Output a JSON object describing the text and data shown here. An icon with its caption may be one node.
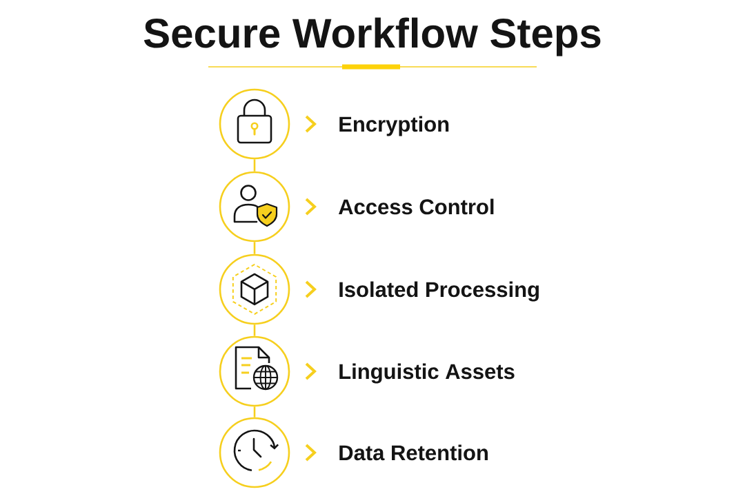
{
  "diagram": {
    "title": "Secure Workflow Steps",
    "nodes": [
      {
        "text": [
          "Encryption"
        ]
      },
      {
        "text": [
          "Access Control"
        ]
      },
      {
        "text": [
          "Isolated Processing"
        ]
      },
      {
        "text": [
          "Linguistic Assets"
        ]
      },
      {
        "text": [
          "Data Retention"
        ]
      }
    ],
    "edges": [
      {
        "from": 0,
        "to": 1,
        "arrow": "none"
      },
      {
        "from": 1,
        "to": 2,
        "arrow": "none"
      },
      {
        "from": 2,
        "to": 3,
        "arrow": "none"
      },
      {
        "from": 3,
        "to": 4,
        "arrow": "none"
      }
    ]
  }
}
